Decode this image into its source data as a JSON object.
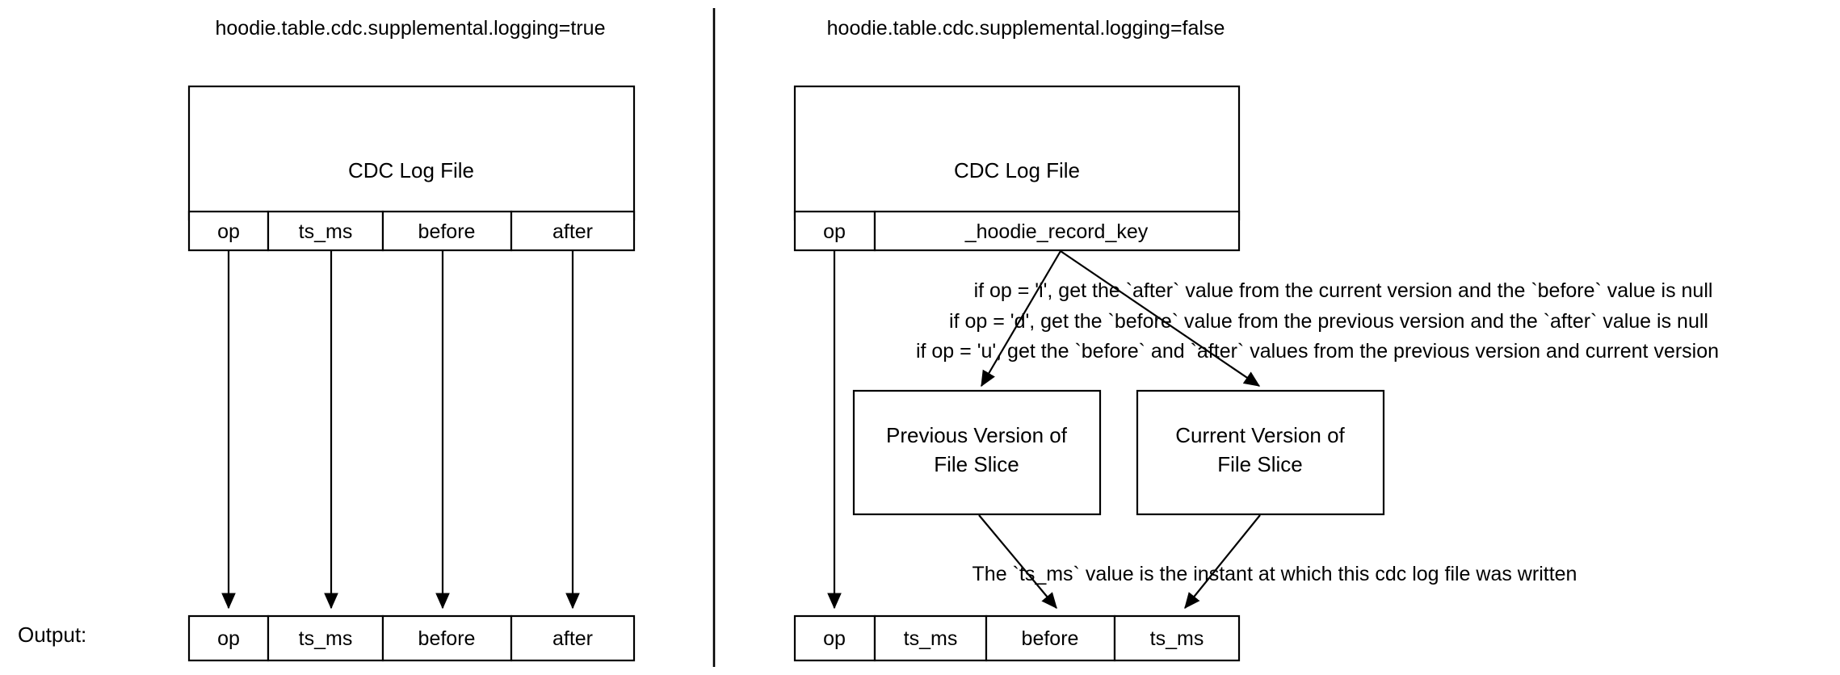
{
  "diagram": {
    "title_left": "hoodie.table.cdc.supplemental.logging=true",
    "title_right": "hoodie.table.cdc.supplemental.logging=false",
    "output_label": "Output:",
    "left": {
      "source_box_label": "CDC Log File",
      "source_columns": [
        "op",
        "ts_ms",
        "before",
        "after"
      ],
      "output_columns": [
        "op",
        "ts_ms",
        "before",
        "after"
      ]
    },
    "right": {
      "source_box_label": "CDC Log File",
      "source_columns": [
        "op",
        "_hoodie_record_key"
      ],
      "notes": [
        "if op = 'i', get the `after` value from the current version and the `before` value is null",
        "if op = 'd', get the `before` value from the previous version  and the `after` value is null",
        "if op = 'u', get the `before` and `after` values from the previous version and current version"
      ],
      "previous_version_box": [
        "Previous Version of",
        "File Slice"
      ],
      "current_version_box": [
        "Current Version of",
        "File Slice"
      ],
      "ts_note": "The `ts_ms` value is the instant at which this cdc log file was written",
      "output_columns": [
        "op",
        "ts_ms",
        "before",
        "ts_ms"
      ]
    },
    "colors": {
      "stroke": "#000000",
      "background": "#ffffff",
      "text": "#000000"
    }
  }
}
